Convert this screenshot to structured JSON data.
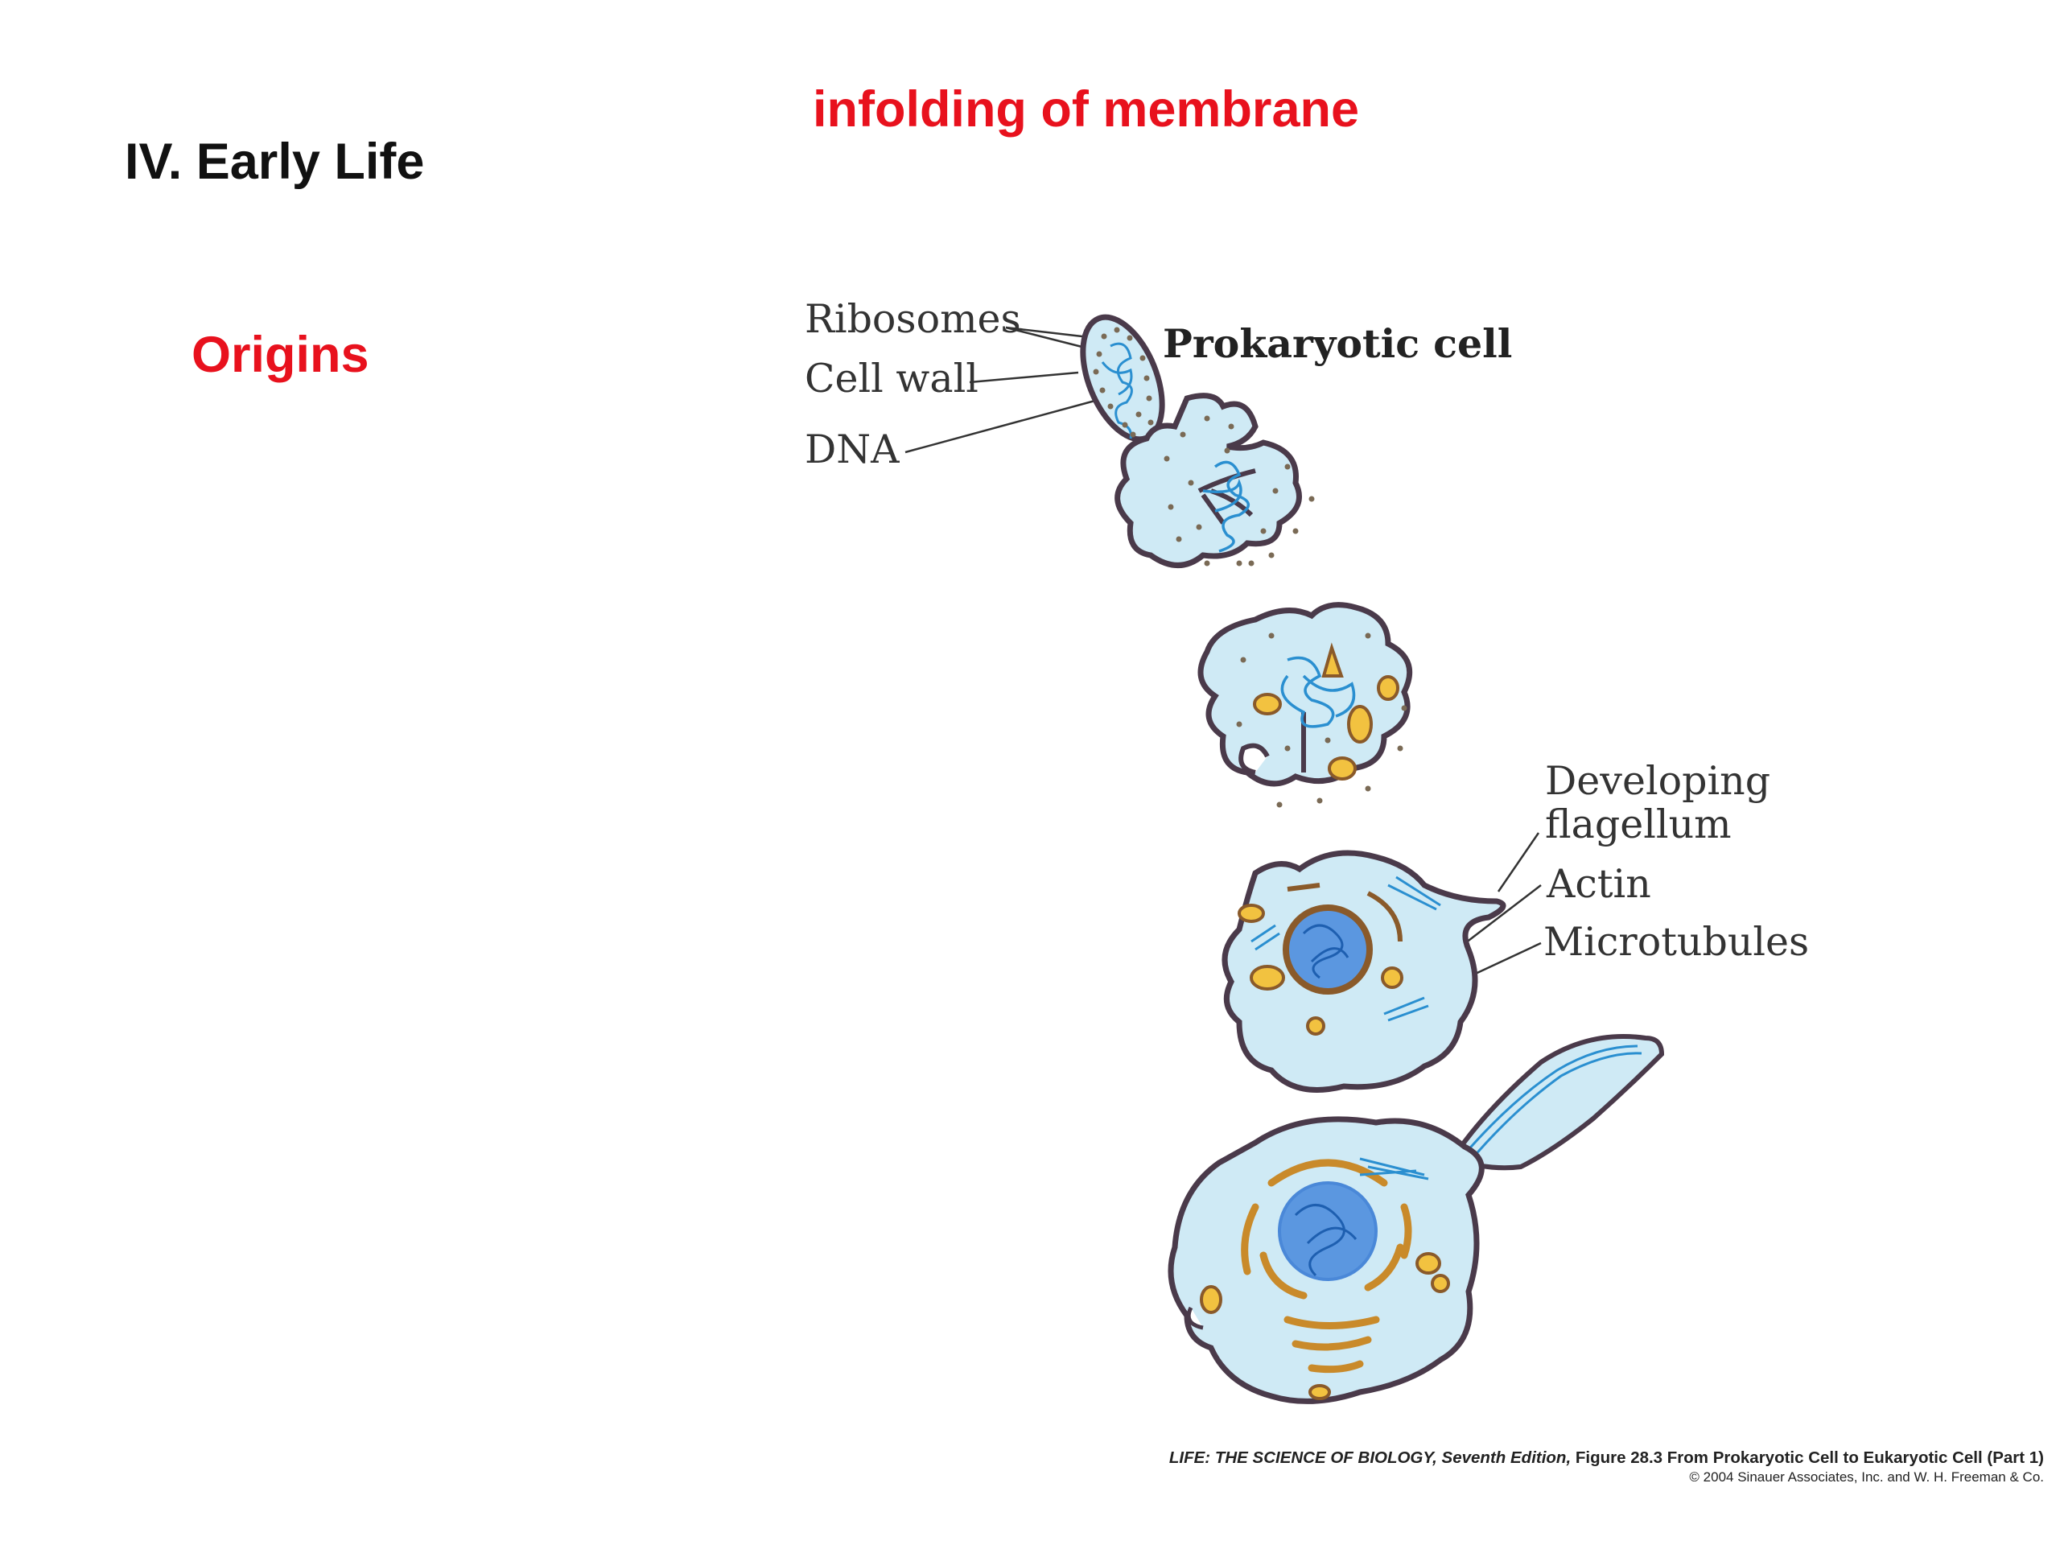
{
  "slide": {
    "title": "IV. Early Life",
    "heading": "infolding of membrane",
    "subheading": "Origins"
  },
  "figure": {
    "labels": {
      "ribosomes": "Ribosomes",
      "cell_wall": "Cell wall",
      "dna": "DNA",
      "prokaryotic_cell": "Prokaryotic cell",
      "developing_flagellum_1": "Developing",
      "developing_flagellum_2": "flagellum",
      "actin": "Actin",
      "microtubules": "Microtubules"
    },
    "caption": {
      "book": "LIFE: THE SCIENCE OF BIOLOGY,",
      "edition": " Seventh Edition,",
      "figure": " Figure 28.3 From Prokaryotic Cell to Eukaryotic Cell (Part 1)",
      "copyright": "© 2004 Sinauer Associates, Inc. and W. H. Freeman & Co."
    },
    "colors": {
      "cytoplasm": "#cfeaf5",
      "membrane": "#4a3a4a",
      "dna": "#2a8fd0",
      "organelle": "#f2c240",
      "organelle_rim": "#8a5a2a",
      "nucleus": "#5b97e0",
      "text_red": "#e8111d"
    }
  }
}
